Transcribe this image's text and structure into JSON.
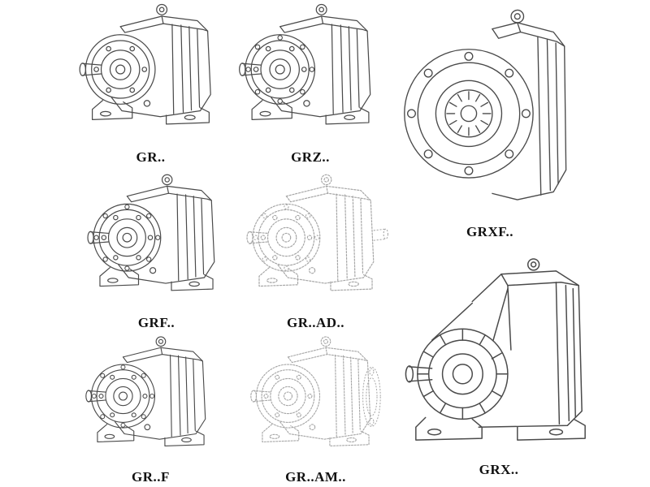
{
  "page": {
    "background": "#ffffff",
    "line_color": "#4a4a4a",
    "ghost_line_color": "#a6a6a6",
    "label_color": "#111111"
  },
  "catalog": {
    "items": [
      {
        "id": "gr",
        "label": "GR..",
        "style": "solid"
      },
      {
        "id": "grz",
        "label": "GRZ..",
        "style": "solid"
      },
      {
        "id": "grxf",
        "label": "GRXF..",
        "style": "solid"
      },
      {
        "id": "grf",
        "label": "GRF..",
        "style": "solid"
      },
      {
        "id": "gr-ad",
        "label": "GR..AD..",
        "style": "ghost"
      },
      {
        "id": "gr-f",
        "label": "GR..F",
        "style": "solid"
      },
      {
        "id": "gr-am",
        "label": "GR..AM..",
        "style": "ghost"
      },
      {
        "id": "grx",
        "label": "GRX..",
        "style": "solid"
      }
    ]
  }
}
